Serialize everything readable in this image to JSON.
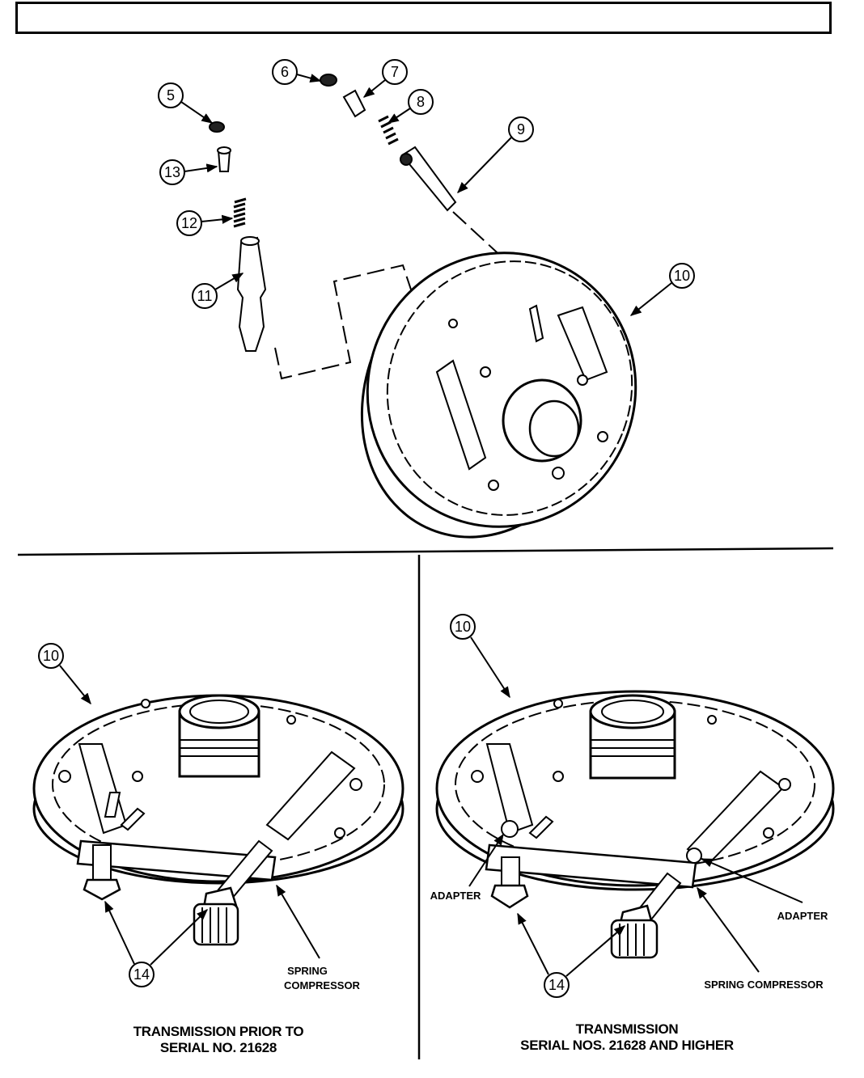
{
  "callouts": {
    "c5": "5",
    "c6": "6",
    "c7": "7",
    "c8": "8",
    "c9": "9",
    "c10_top": "10",
    "c11": "11",
    "c12": "12",
    "c13": "13",
    "c10_left": "10",
    "c14_left": "14",
    "c10_right": "10",
    "c14_right": "14"
  },
  "labels": {
    "spring_compressor_left_1": "SPRING",
    "spring_compressor_left_2": "COMPRESSOR",
    "adapter_left": "ADAPTER",
    "adapter_right": "ADAPTER",
    "spring_compressor_right": "SPRING COMPRESSOR"
  },
  "captions": {
    "left_line1": "TRANSMISSION PRIOR TO",
    "left_line2": "SERIAL NO. 21628",
    "right_line1": "TRANSMISSION",
    "right_line2": "SERIAL NOS. 21628 AND HIGHER"
  }
}
